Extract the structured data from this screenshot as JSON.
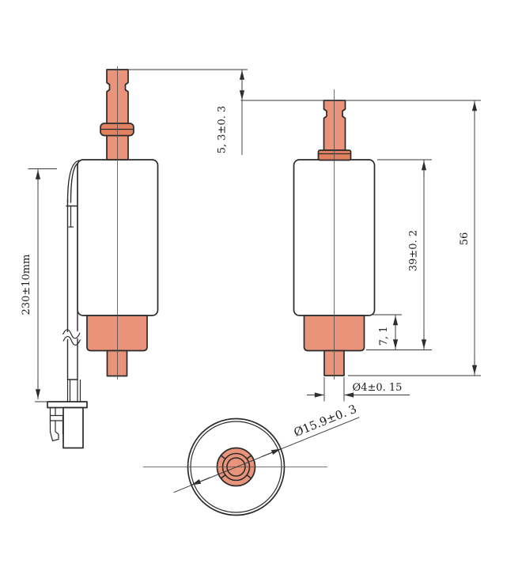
{
  "dimensions": {
    "stroke": "5, 3±0. 3",
    "wire_length": "230±10mm",
    "body_height": "39±0. 2",
    "overall_height": "56",
    "step_height": "7, 1",
    "shaft_diameter": "Ø4±0. 15",
    "hub_diameter": "Ø15.9±0. 3"
  },
  "colors": {
    "part_fill": "#E9937B",
    "collar_fill": "#E08160",
    "outline": "#2b2b2b",
    "dimension_line": "#3a3a3a"
  }
}
